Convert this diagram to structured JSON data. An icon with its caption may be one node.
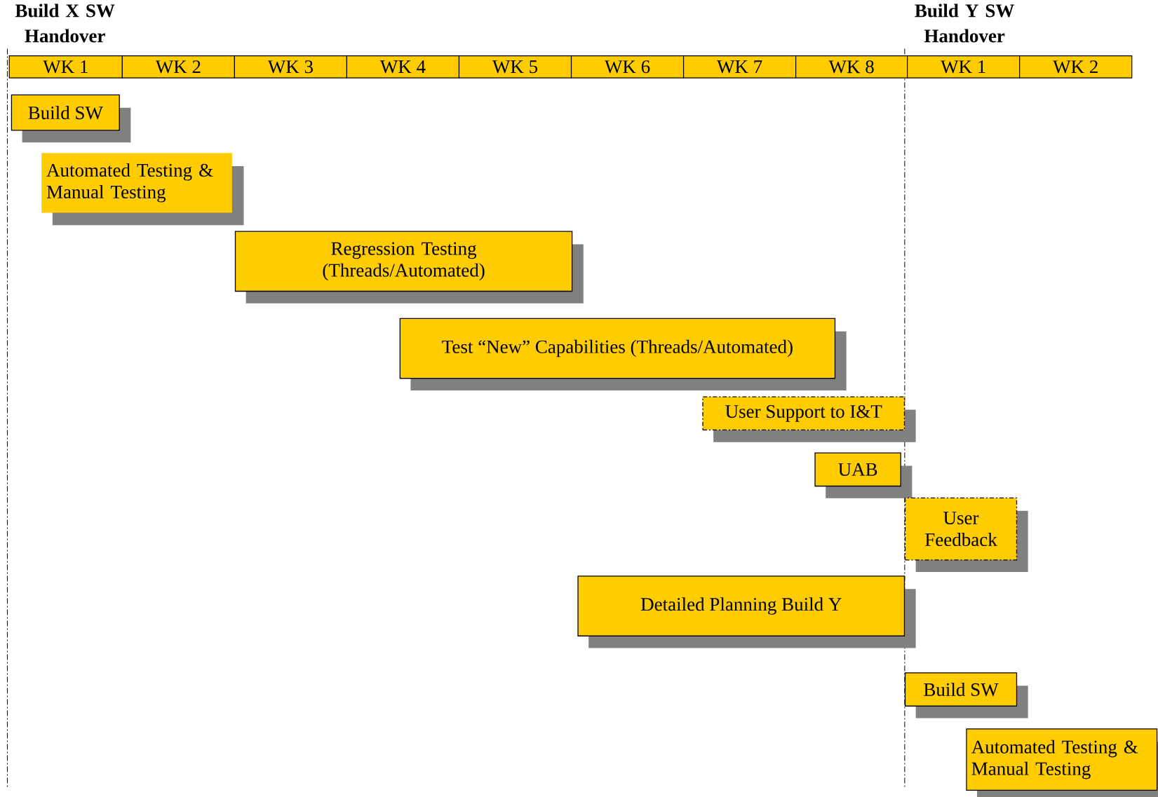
{
  "diagram": {
    "nodes": [
      {
        "text": [
          "WK 1"
        ]
      },
      {
        "text": [
          "WK 2"
        ]
      },
      {
        "text": [
          "WK 3"
        ]
      },
      {
        "text": [
          "WK 4"
        ]
      },
      {
        "text": [
          "WK 5"
        ]
      },
      {
        "text": [
          "WK 6"
        ]
      },
      {
        "text": [
          "WK 7"
        ]
      },
      {
        "text": [
          "WK 8"
        ]
      },
      {
        "text": [
          "WK 1"
        ]
      },
      {
        "text": [
          "WK 2"
        ]
      },
      {
        "text": [
          "Build SW"
        ]
      },
      {
        "text": [
          "Automated Testing & Manual Testing"
        ]
      },
      {
        "text": [
          "Regression Testing (Threads/Automated)"
        ]
      },
      {
        "text": [
          "Test “New” Capabilities (Threads/Automated)"
        ]
      },
      {
        "text": [
          "User Support to I&T"
        ]
      },
      {
        "text": [
          "UAB"
        ]
      },
      {
        "text": [
          "User Feedback"
        ]
      },
      {
        "text": [
          "Detailed Planning Build Y"
        ]
      },
      {
        "text": [
          "Build SW"
        ]
      },
      {
        "text": [
          "Automated Testing & Manual Testing"
        ]
      }
    ],
    "edges": [],
    "labels": [
      "Build X SW Handover",
      "Build Y SW Handover"
    ]
  }
}
